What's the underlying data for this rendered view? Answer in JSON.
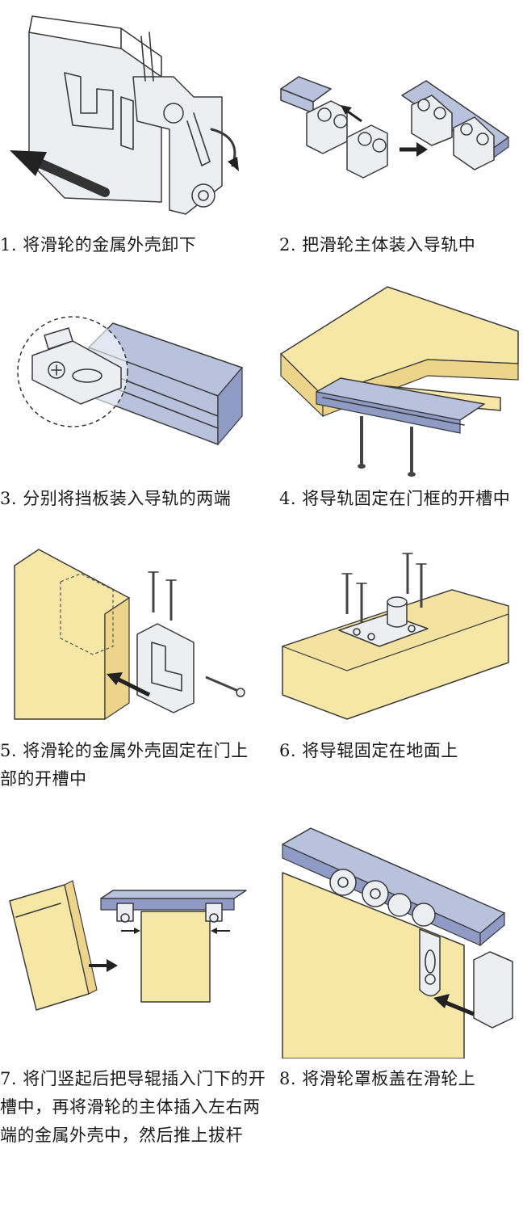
{
  "steps": [
    {
      "id": 1,
      "text": "1. 将滑轮的金属外壳卸下"
    },
    {
      "id": 2,
      "text": "2. 把滑轮主体装入导轨中"
    },
    {
      "id": 3,
      "text": "3. 分别将挡板装入导轨的两端"
    },
    {
      "id": 4,
      "text": "4. 将导轨固定在门框的开槽中"
    },
    {
      "id": 5,
      "text": "5. 将滑轮的金属外壳固定在门上部的开槽中"
    },
    {
      "id": 6,
      "text": "6. 将导辊固定在地面上"
    },
    {
      "id": 7,
      "text": "7. 将门竖起后把导辊插入门下的开槽中，再将滑轮的主体插入左右两端的金属外壳中，然后推上拔杆"
    },
    {
      "id": 8,
      "text": "8. 将滑轮罩板盖在滑轮上"
    }
  ],
  "colors": {
    "rail": "#b9c2dd",
    "wood": "#f6e7a6",
    "metal": "#eceef2",
    "ink": "#3a3a3a"
  }
}
